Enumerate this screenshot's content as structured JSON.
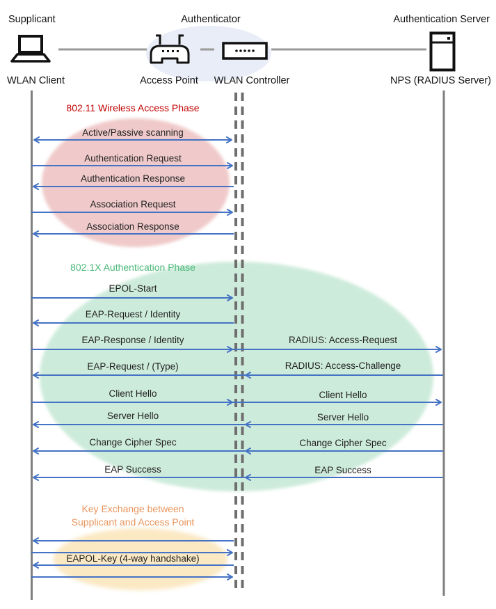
{
  "header": {
    "supplicant_role": "Supplicant",
    "authenticator_role": "Authenticator",
    "server_role": "Authentication Server",
    "supplicant_device": "WLAN Client",
    "access_point": "Access Point",
    "wlan_controller": "WLAN Controller",
    "server_device": "NPS (RADIUS Server)"
  },
  "phase1": {
    "title": "802.11 Wireless Access Phase",
    "messages": [
      {
        "label": "Active/Passive scanning",
        "direction": "both"
      },
      {
        "label": "Authentication Request",
        "direction": "right"
      },
      {
        "label": "Authentication Response",
        "direction": "left"
      },
      {
        "label": "Association Request",
        "direction": "right"
      },
      {
        "label": "Association Response",
        "direction": "left"
      }
    ]
  },
  "phase2": {
    "title": "802.1X Authentication Phase",
    "left_messages": [
      {
        "label": "EPOL-Start",
        "direction": "right"
      },
      {
        "label": "EAP-Request / Identity",
        "direction": "left"
      },
      {
        "label": "EAP-Response / Identity",
        "direction": "right"
      },
      {
        "label": "EAP-Request / (Type)",
        "direction": "left"
      },
      {
        "label": "Client Hello",
        "direction": "right"
      },
      {
        "label": "Server Hello",
        "direction": "left"
      },
      {
        "label": "Change Cipher Spec",
        "direction": "left"
      },
      {
        "label": "EAP Success",
        "direction": "left"
      }
    ],
    "right_messages": [
      {
        "label": "RADIUS: Access-Request",
        "direction": "right"
      },
      {
        "label": "RADIUS: Access-Challenge",
        "direction": "left"
      },
      {
        "label": "Client Hello",
        "direction": "right"
      },
      {
        "label": "Server Hello",
        "direction": "left"
      },
      {
        "label": "Change Cipher Spec",
        "direction": "left"
      },
      {
        "label": "EAP Success",
        "direction": "left"
      }
    ]
  },
  "phase3": {
    "title_line1": "Key Exchange between",
    "title_line2": "Supplicant and Access Point",
    "handshake_label": "EAPOL-Key (4-way handshake)"
  },
  "colors": {
    "phase1_title": "#C00000",
    "phase1_ellipse": "#F0CACA",
    "phase2_title": "#4BB878",
    "phase2_ellipse": "#CDEBDB",
    "phase3_title": "#E8955C",
    "phase3_ellipse": "#FBE9C4",
    "authenticator_ellipse": "#E9EDF7",
    "arrow": "#4472C4",
    "lifeline": "#7F7F7F"
  }
}
